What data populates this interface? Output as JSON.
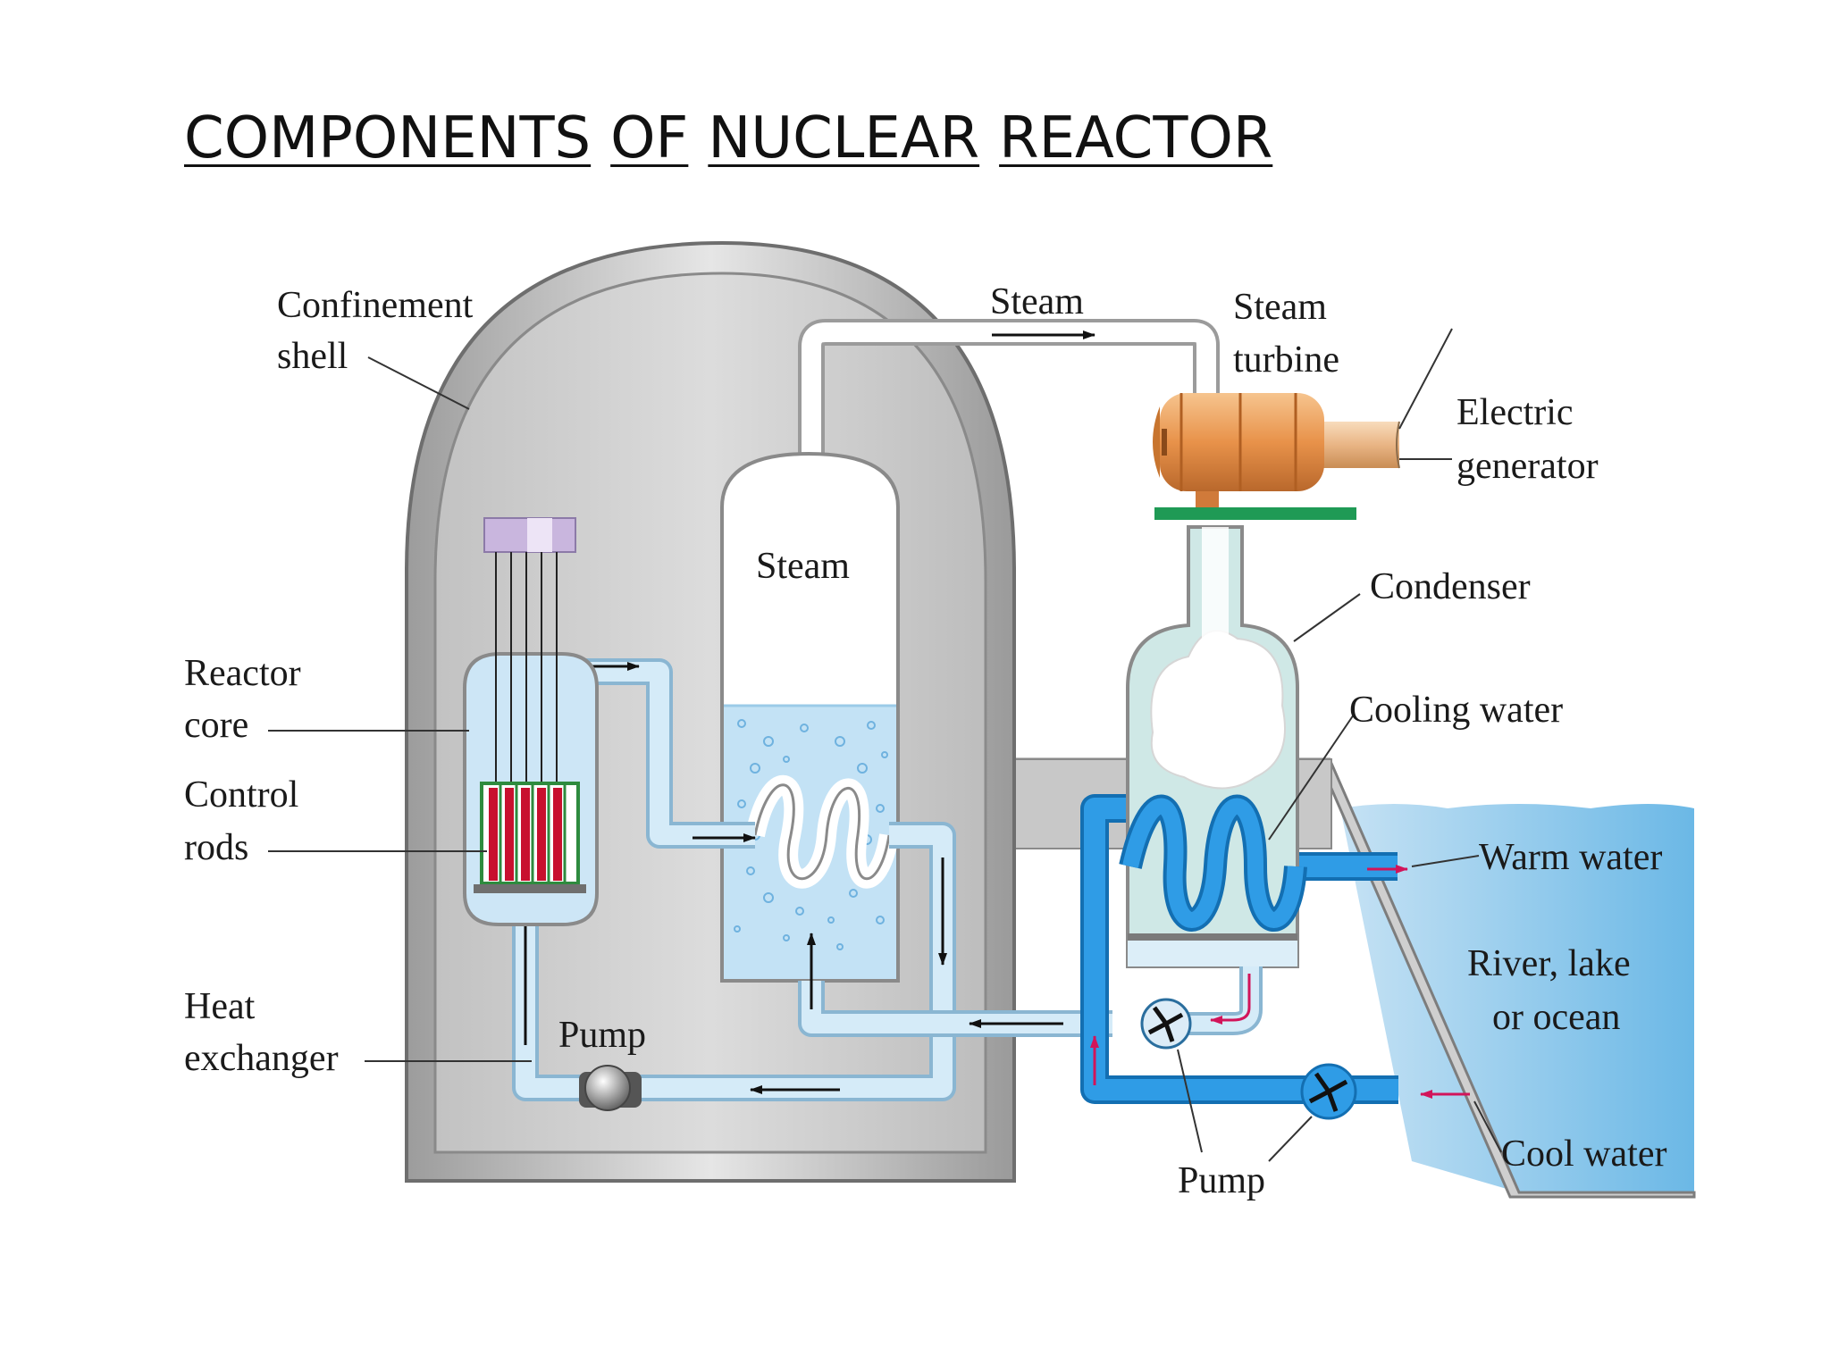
{
  "title_words": [
    "COMPONENTS",
    "OF",
    "NUCLEAR",
    "REACTOR"
  ],
  "labels": {
    "confinement_shell": [
      "Confinement",
      "shell"
    ],
    "reactor_core": [
      "Reactor",
      "core"
    ],
    "control_rods": [
      "Control",
      "rods"
    ],
    "heat_exchanger": [
      "Heat",
      "exchanger"
    ],
    "pump_primary": "Pump",
    "steam_vessel": "Steam",
    "steam_pipe": "Steam",
    "steam_turbine": [
      "Steam",
      "turbine"
    ],
    "electric_generator": [
      "Electric",
      "generator"
    ],
    "condenser": "Condenser",
    "cooling_water": "Cooling water",
    "warm_water": "Warm water",
    "river": [
      "River, lake",
      "or ocean"
    ],
    "cool_water": "Cool water",
    "pump_secondary": "Pump"
  },
  "colors": {
    "shell_gray": "#a9a9a9",
    "inner_gray": "#cfcfcf",
    "primary_loop_water": "#cfe6f5",
    "cooling_loop_blue": "#1e8fdc",
    "turbine_orange": "#e89a4c",
    "generator_base_green": "#1f9a55",
    "flow_arrow_red": "#d2145a"
  }
}
